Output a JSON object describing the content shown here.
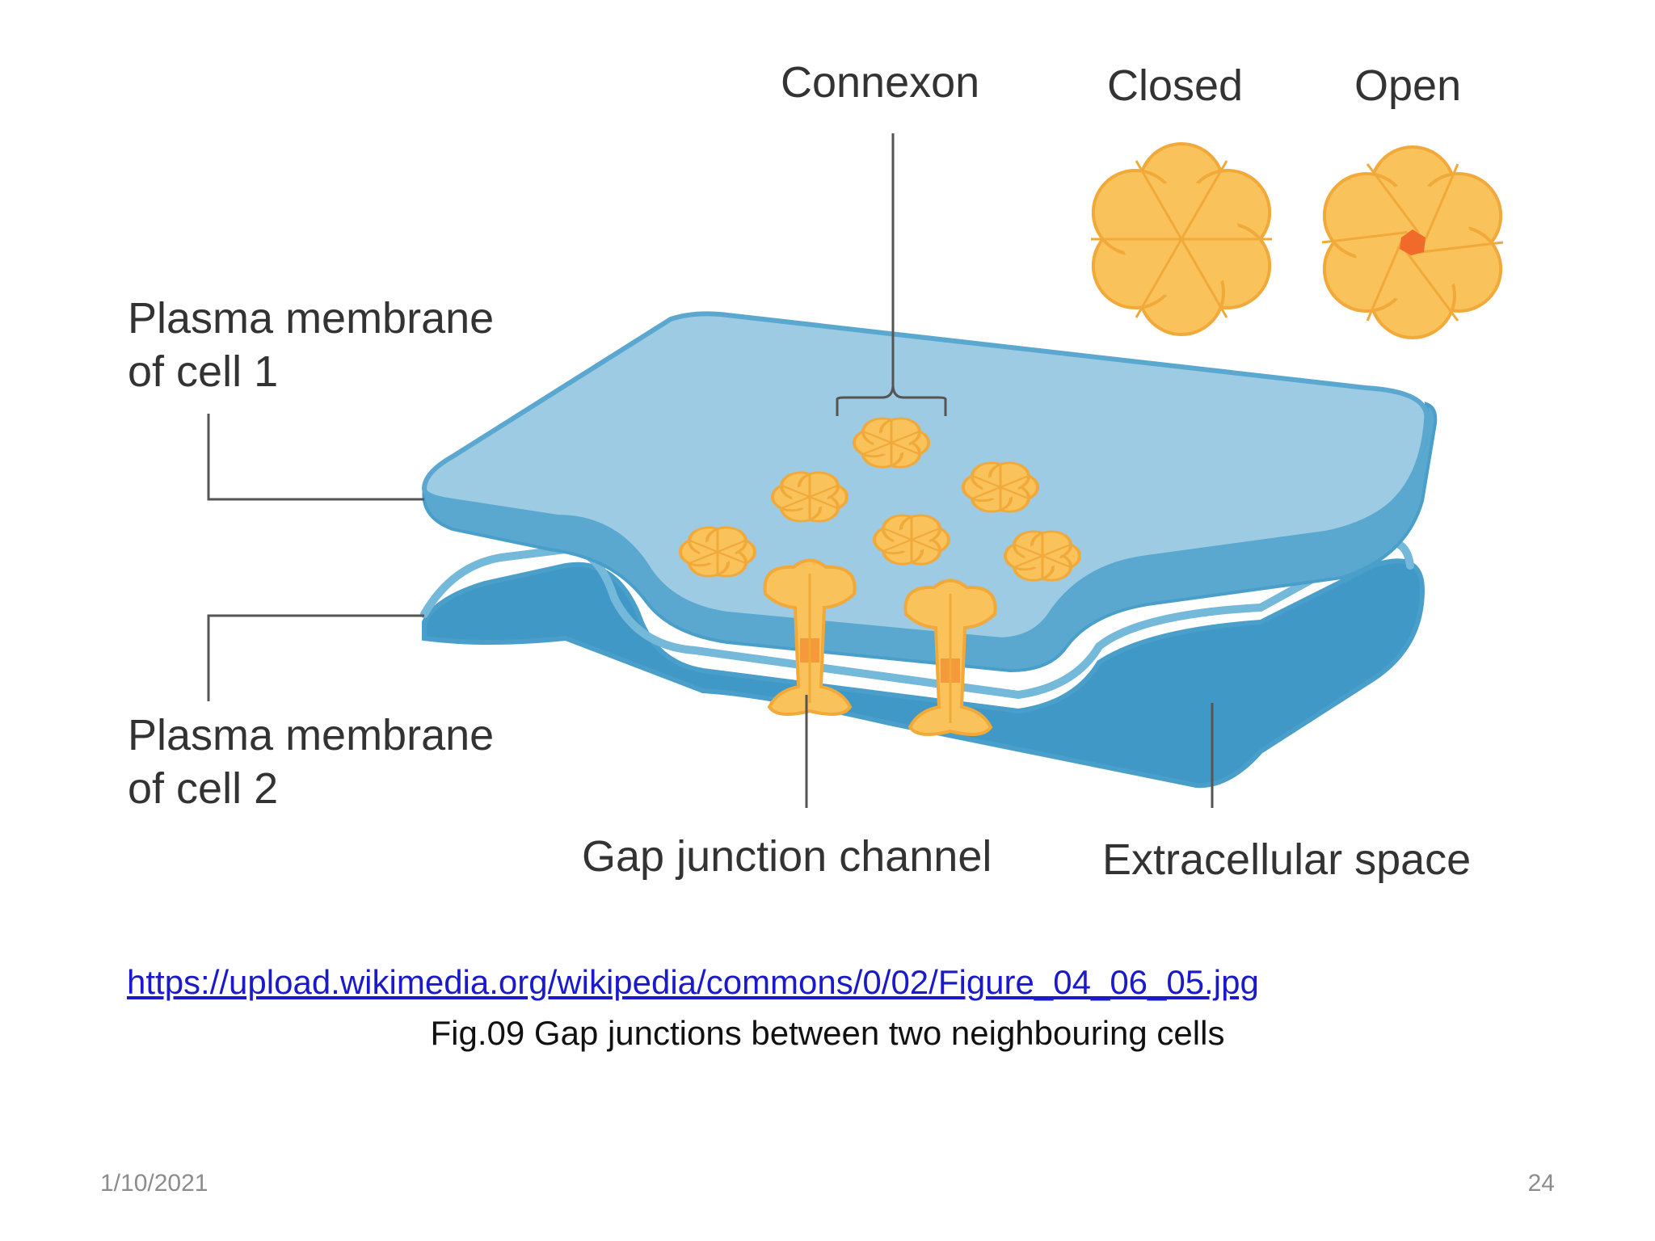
{
  "diagram": {
    "labels": {
      "connexon": "Connexon",
      "closed": "Closed",
      "open": "Open",
      "plasma_membrane_cell1_line1": "Plasma membrane",
      "plasma_membrane_cell1_line2": "of cell 1",
      "plasma_membrane_cell2_line1": "Plasma membrane",
      "plasma_membrane_cell2_line2": "of cell 2",
      "gap_junction_channel": "Gap junction channel",
      "extracellular_space": "Extracellular space"
    },
    "colors": {
      "membrane_top": "#9ccbe3",
      "membrane_edge": "#5aa8cf",
      "membrane_bottom": "#3f98c6",
      "connexon_fill": "#f9c25a",
      "connexon_stroke": "#f1a93a",
      "pore": "#f26a2a",
      "leader_line": "#555555"
    }
  },
  "source_link": "https://upload.wikimedia.org/wikipedia/commons/0/02/Figure_04_06_05.jpg",
  "caption": "Fig.09 Gap junctions between two neighbouring cells",
  "footer": {
    "date": "1/10/2021",
    "page_number": "24"
  }
}
